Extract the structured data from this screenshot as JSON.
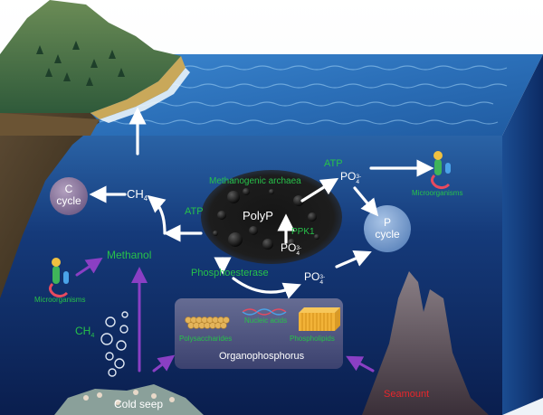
{
  "colors": {
    "label_green": "#27c24a",
    "seamount_red": "#e8262b",
    "arrow_white": "#ffffff",
    "arrow_purple": "#8a3fc4",
    "ocean_dark": "#0a1e4e",
    "ocean_light": "#2f6fb5"
  },
  "labels": {
    "c_cycle_top": "C",
    "c_cycle_bottom": "cycle",
    "p_cycle_top": "P",
    "p_cycle_bottom": "cycle",
    "ch4_main": "CH",
    "ch4_sub": "4",
    "methanogenic_archaea": "Methanogenic archaea",
    "atp_left": "ATP",
    "atp_right": "ATP",
    "polyp": "PolyP",
    "ppk1": "PPK1",
    "po4_base": "PO",
    "po4_sub": "4",
    "po4_sup": "3-",
    "methanol": "Methanol",
    "phosphoesterase": "Phosphoesterase",
    "microorganisms_left": "Microorganisms",
    "microorganisms_right": "Microorganisms",
    "ch4_seep": "CH",
    "ch4_seep_sub": "4",
    "nucleic_acids": "Nucleic acids",
    "polysaccharides": "Polysaccharides",
    "phospholipids": "Phospholipids",
    "organophosphorus": "Organophosphorus",
    "cold_seep": "Cold seep",
    "seamount": "Seamount"
  },
  "icons": [
    "microorganism-icon",
    "polysaccharide-icon",
    "nucleic-acid-icon",
    "phospholipid-icon",
    "methane-bubble-icon"
  ]
}
